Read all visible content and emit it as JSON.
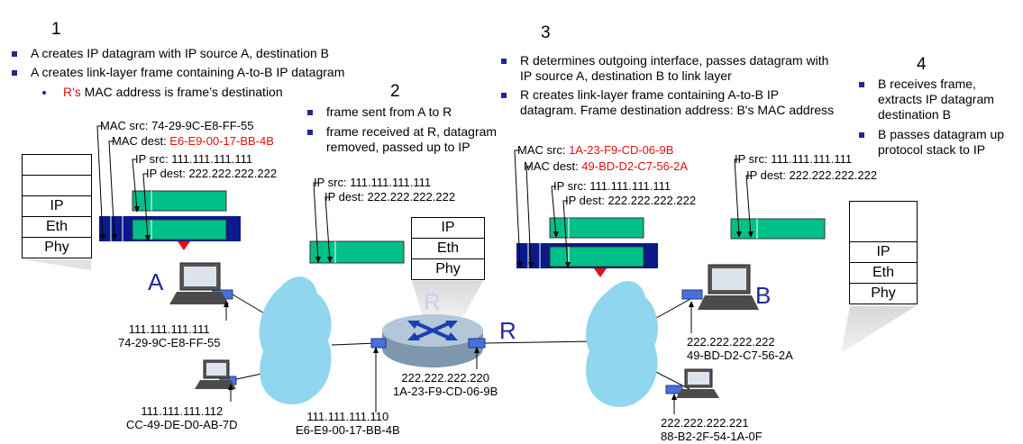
{
  "steps": {
    "s1": {
      "num": "1",
      "b1": "A creates IP datagram with IP source A, destination B",
      "b2": "A creates link-layer frame containing A-to-B IP datagram",
      "sub_red": "R's",
      "sub_rest": " MAC address is frame’s destination"
    },
    "s2": {
      "num": "2",
      "b1": "frame sent from A to R",
      "b2a": "frame received at R, datagram",
      "b2b": "removed, passed up to IP"
    },
    "s3": {
      "num": "3",
      "b1a": "R determines outgoing interface, passes datagram with",
      "b1b": "IP source A, destination B to link layer",
      "b2a": "R creates link-layer frame containing A-to-B IP",
      "b2b": "datagram. Frame destination address: B's MAC address"
    },
    "s4": {
      "num": "4",
      "b1a": "B receives frame,",
      "b1b": "extracts IP datagram",
      "b1c": "destination B",
      "b2a": "B passes datagram up",
      "b2b": "protocol stack to IP"
    }
  },
  "frame1": {
    "mac_src_label": "MAC src: ",
    "mac_src": "74-29-9C-E8-FF-55",
    "mac_dest_label": "MAC dest: ",
    "mac_dest": "E6-E9-00-17-BB-4B",
    "ip_src": "IP src: 111.111.111.111",
    "ip_dest": "IP dest: 222.222.222.222"
  },
  "frame2": {
    "ip_src": "IP src: 111.111.111.111",
    "ip_dest": "IP dest: 222.222.222.222"
  },
  "frame3": {
    "mac_src_label": "MAC src: ",
    "mac_src": "1A-23-F9-CD-06-9B",
    "mac_dest_label": "MAC dest: ",
    "mac_dest": "49-BD-D2-C7-56-2A",
    "ip_src": "IP src: 111.111.111.111",
    "ip_dest": "IP dest: 222.222.222.222"
  },
  "frame4": {
    "ip_src": "IP src: 111.111.111.111",
    "ip_dest": "IP dest: 222.222.222.222"
  },
  "stacks": {
    "A": [
      "",
      "",
      "IP",
      "Eth",
      "Phy"
    ],
    "R": [
      "IP",
      "Eth",
      "Phy"
    ],
    "B": [
      "",
      "IP",
      "Eth",
      "Phy"
    ]
  },
  "nodes": {
    "A": {
      "name": "A",
      "ip": "111.111.111.111",
      "mac": "74-29-9C-E8-FF-55"
    },
    "host2": {
      "ip": "111.111.111.112",
      "mac": "CC-49-DE-D0-AB-7D"
    },
    "R_left": {
      "ip": "111.111.111.110",
      "mac": "E6-E9-00-17-BB-4B"
    },
    "R_right": {
      "ip": "222.222.222.220",
      "mac": "1A-23-F9-CD-06-9B"
    },
    "R": {
      "name": "R",
      "ghost": "R"
    },
    "B": {
      "name": "B",
      "ip": "222.222.222.222",
      "mac": "49-BD-D2-C7-56-2A"
    },
    "host5": {
      "ip": "222.222.222.221",
      "mac": "88-B2-2F-54-1A-0F"
    }
  },
  "colors": {
    "datagram": "#00c08a",
    "frame": "#0a1a8a",
    "cloud": "#8fd6ee",
    "router": "#8fa7bd",
    "accent_red": "#e01010",
    "node_label": "#1f2a9a"
  }
}
